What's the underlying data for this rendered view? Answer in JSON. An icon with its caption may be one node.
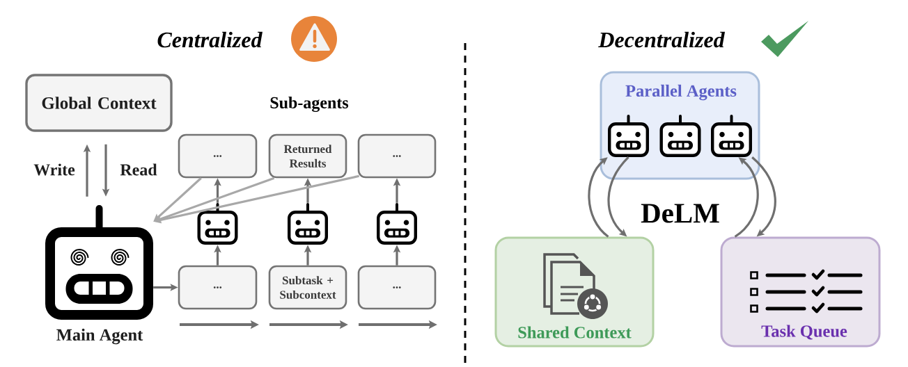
{
  "diagram": {
    "nodes": [
      {
        "text": [
          "Global Context"
        ]
      },
      {
        "text": [
          "Main Agent"
        ]
      },
      {
        "text": [
          "..."
        ]
      },
      {
        "text": [
          "Returned Results"
        ]
      },
      {
        "text": [
          "..."
        ]
      },
      {
        "text": [],
        "shape": "picture"
      },
      {
        "text": [],
        "shape": "picture"
      },
      {
        "text": [],
        "shape": "picture"
      },
      {
        "text": [
          "..."
        ]
      },
      {
        "text": [
          "Subtask + Subcontext"
        ]
      },
      {
        "text": [
          "..."
        ]
      },
      {
        "text": [
          "Parallel Agents"
        ]
      },
      {
        "text": [],
        "shape": "picture",
        "in": 11
      },
      {
        "text": [],
        "shape": "picture",
        "in": 11
      },
      {
        "text": [],
        "shape": "picture",
        "in": 11
      },
      {
        "text": [
          "Shared Context"
        ]
      },
      {
        "text": [
          "Task Queue"
        ]
      }
    ],
    "edges": [
      {
        "from": 1,
        "to": 0,
        "arrow": "to",
        "label": "Write"
      },
      {
        "from": 0,
        "to": 1,
        "arrow": "to",
        "label": "Read"
      },
      {
        "from": 1,
        "to": 8,
        "arrow": "to"
      },
      {
        "from": 8,
        "to": 5,
        "arrow": "to"
      },
      {
        "from": 5,
        "to": 2,
        "arrow": "to"
      },
      {
        "from": 9,
        "to": 6,
        "arrow": "to"
      },
      {
        "from": 6,
        "to": 3,
        "arrow": "to"
      },
      {
        "from": 10,
        "to": 7,
        "arrow": "to"
      },
      {
        "from": 7,
        "to": 4,
        "arrow": "to"
      },
      {
        "from": 2,
        "to": 1,
        "arrow": "to",
        "color": "#a8a8a8"
      },
      {
        "from": 3,
        "to": 1,
        "arrow": "to",
        "color": "#a8a8a8"
      },
      {
        "from": 4,
        "to": 1,
        "arrow": "to",
        "color": "#a8a8a8"
      },
      {
        "from": 15,
        "to": 12,
        "arrow": "to"
      },
      {
        "from": 12,
        "to": 15,
        "arrow": "to"
      },
      {
        "from": 16,
        "to": 14,
        "arrow": "to"
      },
      {
        "from": 14,
        "to": 16,
        "arrow": "to"
      }
    ],
    "labels": [
      "Centralized",
      "Decentralized",
      "Sub-agents",
      "DeLM"
    ]
  }
}
